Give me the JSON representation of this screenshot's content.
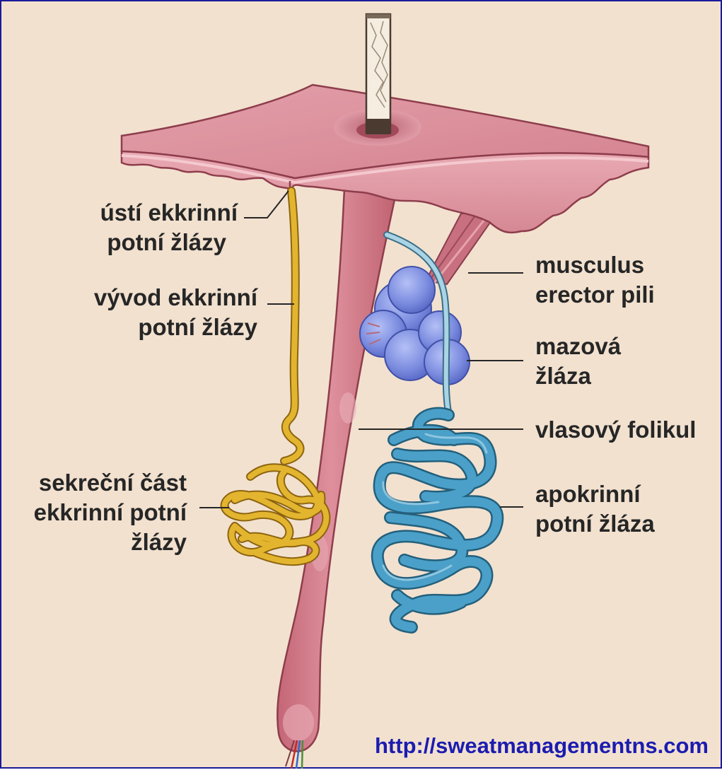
{
  "labels": {
    "usti_ekkrinni": {
      "line1": "ústí ekkrinní",
      "line2": "potní žlázy"
    },
    "vyvod_ekkrinni": {
      "line1": "vývod ekkrinní",
      "line2": "potní žlázy"
    },
    "sekrecni_cast": {
      "line1": "sekreční část",
      "line2": "ekkrinní potní",
      "line3": "žlázy"
    },
    "musculus": {
      "line1": "musculus",
      "line2": "erector pili"
    },
    "mazova": {
      "line1": "mazová",
      "line2": "žláza"
    },
    "vlasovy": {
      "line1": "vlasový folikul"
    },
    "apokrinni": {
      "line1": "apokrinní",
      "line2": "potní žláza"
    }
  },
  "source_url": "http://sweatmanagementns.com",
  "colors": {
    "background": "#f2e1cf",
    "skin": "#d9808e",
    "hair_follicle": "#cf7585",
    "eccrine_gland": "#e0b030",
    "apocrine_gland": "#4aa0c8",
    "sebaceous_gland": "#7f8fe0",
    "url_text": "#1c1cb0"
  }
}
